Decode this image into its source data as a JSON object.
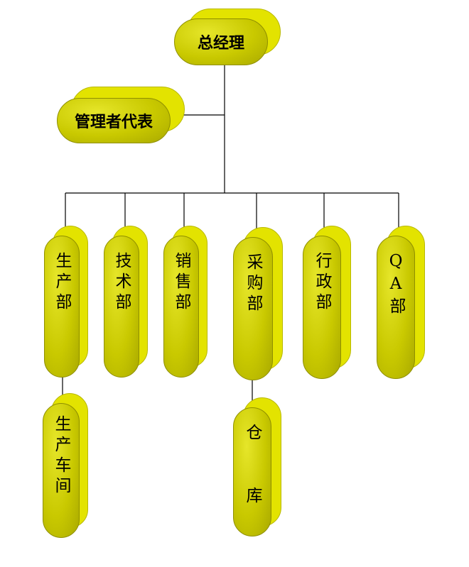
{
  "colors": {
    "node_fill": "#c9c900",
    "node_highlight": "#e6e62a",
    "node_side": "#e3e300",
    "line": "#000000"
  },
  "nodes": {
    "general_manager": "总经理",
    "management_representative": "管理者代表",
    "production_dept": "生产部",
    "technical_dept": "技术部",
    "sales_dept": "销售部",
    "purchasing_dept": "采购部",
    "admin_dept": "行政部",
    "qa_dept": "QA部",
    "production_workshop": "生产车间",
    "warehouse": "仓 库"
  }
}
